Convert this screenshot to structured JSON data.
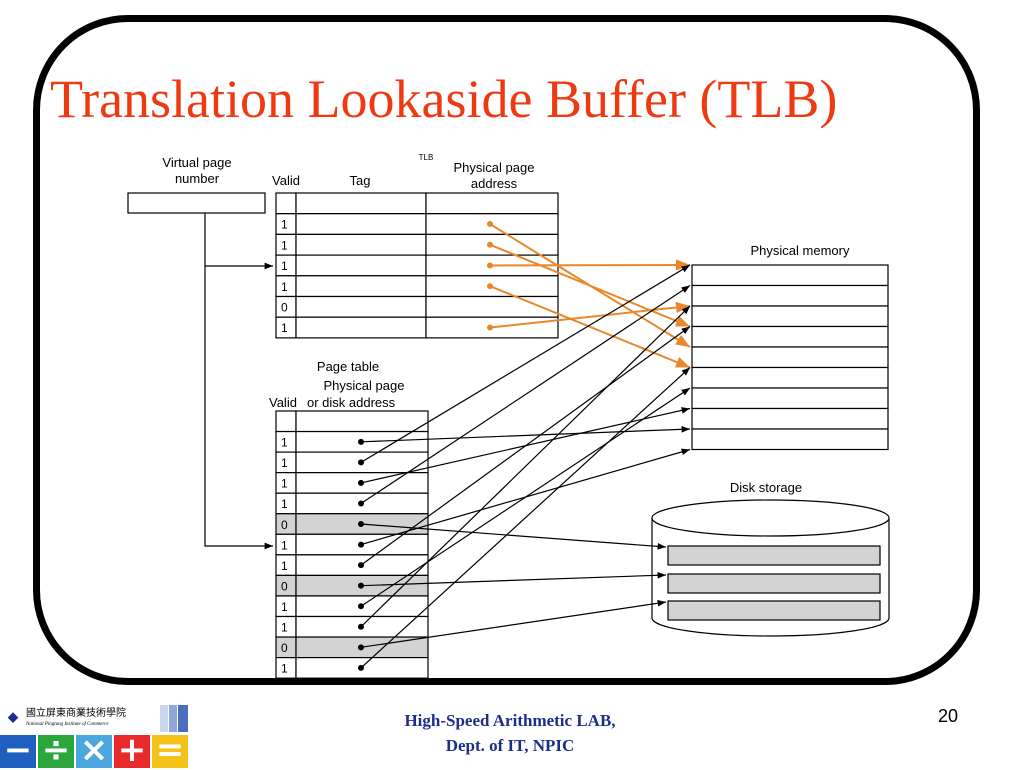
{
  "slide": {
    "title": "Translation Lookaside Buffer (TLB)",
    "page_number": "20",
    "footer": {
      "line1": "High-Speed Arithmetic LAB,",
      "line2": "Dept. of IT, NPIC"
    },
    "logo": {
      "name_zh": "國立屏東商業技術學院",
      "name_en": "National Pingtung Institute of Commerce"
    },
    "colors": {
      "title": "#ee3a12",
      "arrow_orange": "#e8882a",
      "footer_text": "#1d2d8c",
      "shaded_row": "#d3d3d3"
    }
  },
  "diagram": {
    "virtual_page_label_1": "Virtual page",
    "virtual_page_label_2": "number",
    "tlb": {
      "label": "TLB",
      "col_valid": "Valid",
      "col_tag": "Tag",
      "col_phys_1": "Physical page",
      "col_phys_2": "address",
      "valid_bits": [
        "1",
        "1",
        "1",
        "1",
        "0",
        "1"
      ],
      "arrow_targets": [
        4,
        3,
        0,
        5,
        null,
        2
      ]
    },
    "page_table": {
      "label": "Page table",
      "col_phys_1": "Physical page",
      "col_valid": "Valid",
      "col_phys_2": "or disk address",
      "valid_bits": [
        "1",
        "1",
        "1",
        "1",
        "0",
        "1",
        "1",
        "0",
        "1",
        "1",
        "0",
        "1"
      ],
      "memory_targets": [
        8,
        0,
        7,
        1,
        null,
        9,
        3,
        null,
        6,
        2,
        null,
        5
      ],
      "disk_targets": [
        null,
        null,
        null,
        null,
        0,
        null,
        null,
        1,
        null,
        null,
        2,
        null
      ]
    },
    "physical_memory": {
      "label": "Physical memory",
      "rows": 9
    },
    "disk_storage": {
      "label": "Disk storage",
      "blocks": 3
    }
  }
}
